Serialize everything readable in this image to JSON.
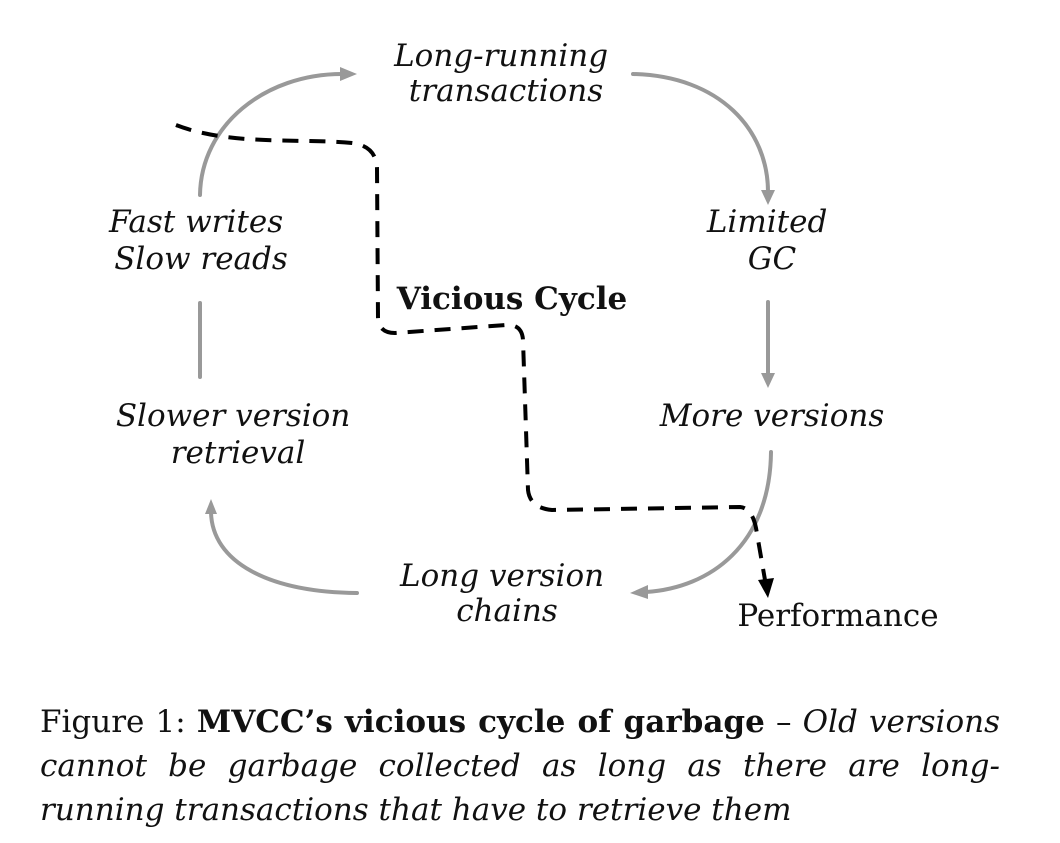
{
  "diagram": {
    "nodes": {
      "long_running_transactions": [
        "Long-running",
        "transactions"
      ],
      "limited_gc": [
        "Limited",
        "GC"
      ],
      "more_versions": [
        "More versions"
      ],
      "long_version_chains": [
        "Long version",
        "chains"
      ],
      "slower_version_retrieval": [
        "Slower version",
        "retrieval"
      ],
      "fast_writes_slow_reads": [
        "Fast writes",
        "Slow reads"
      ]
    },
    "center_label": "Vicious Cycle",
    "performance_label": "Performance"
  },
  "caption": {
    "prefix": "Figure 1: ",
    "title": "MVCC’s vicious cycle of garbage",
    "separator": " – ",
    "body": "Old versions cannot be garbage collected as long as there are long-running transactions that have to retrieve them"
  },
  "colors": {
    "arrow": "#999999",
    "dashed_line": "#000000",
    "text": "#111111"
  }
}
